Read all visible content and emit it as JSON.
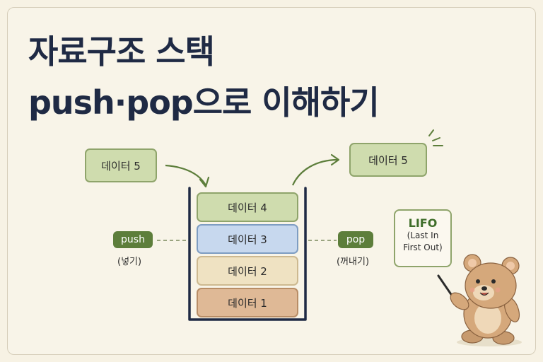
{
  "title": {
    "line1": "자료구조 스택",
    "line2": "push·pop으로 이해하기"
  },
  "incoming": {
    "label": "데이터 5"
  },
  "outgoing": {
    "label": "데이터 5"
  },
  "stack": {
    "items": [
      {
        "label": "데이터 4"
      },
      {
        "label": "데이터 3"
      },
      {
        "label": "데이터 2"
      },
      {
        "label": "데이터 1"
      }
    ]
  },
  "push": {
    "label": "push",
    "sub": "(넣기)"
  },
  "pop": {
    "label": "pop",
    "sub": "(꺼내기)"
  },
  "lifo": {
    "title": "LIFO",
    "line1": "(Last In",
    "line2": "First Out)"
  },
  "colors": {
    "title": "#1f2a44",
    "green": "#cfdcae",
    "blue": "#c7d8ee",
    "cream": "#efe2c2",
    "tan": "#dfb996",
    "pill": "#5d7e3b",
    "container": "#1f2a44"
  }
}
